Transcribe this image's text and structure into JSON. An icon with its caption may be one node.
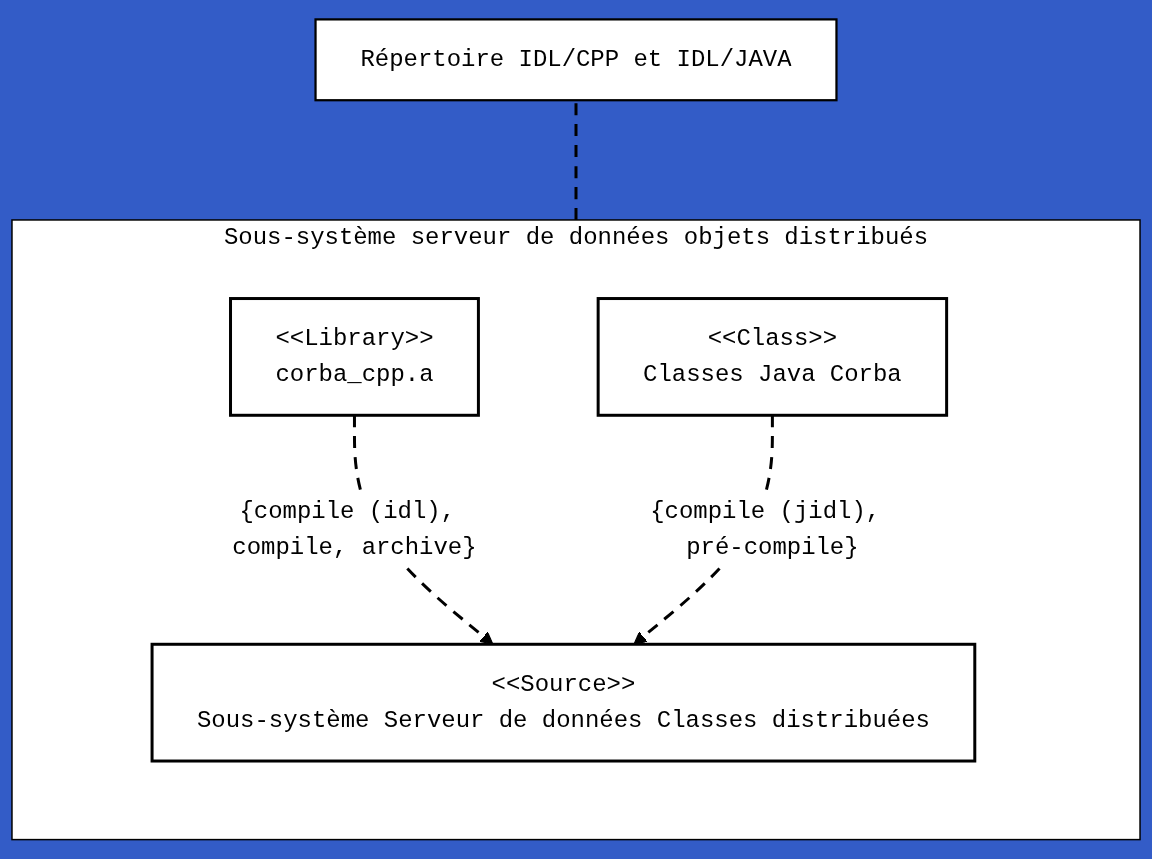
{
  "diagram": {
    "nodes": [
      {
        "text": [
          "Répertoire IDL/CPP et IDL/JAVA"
        ]
      },
      {
        "text": [
          "Sous-système serveur de données objets distribués"
        ]
      },
      {
        "text": [
          "<<Source>>",
          "Sous-système Serveur de données Classes distribuées"
        ],
        "in": 1
      },
      {
        "text": [
          "<<Library>>",
          "corba_cpp.a"
        ],
        "in": 1
      },
      {
        "text": [
          "<<Class>>",
          "Classes Java Corba"
        ],
        "in": 1
      }
    ],
    "edges": [
      {
        "from": 0,
        "to": 1,
        "arrow": "none",
        "style": "dashed"
      },
      {
        "from": 3,
        "to": 2,
        "arrow": "to",
        "style": "dashed",
        "label": "{compile (idl), compile, archive}"
      },
      {
        "from": 4,
        "to": 2,
        "arrow": "to",
        "style": "dashed",
        "label": "{compile (jidl), pré-compile}"
      }
    ]
  }
}
